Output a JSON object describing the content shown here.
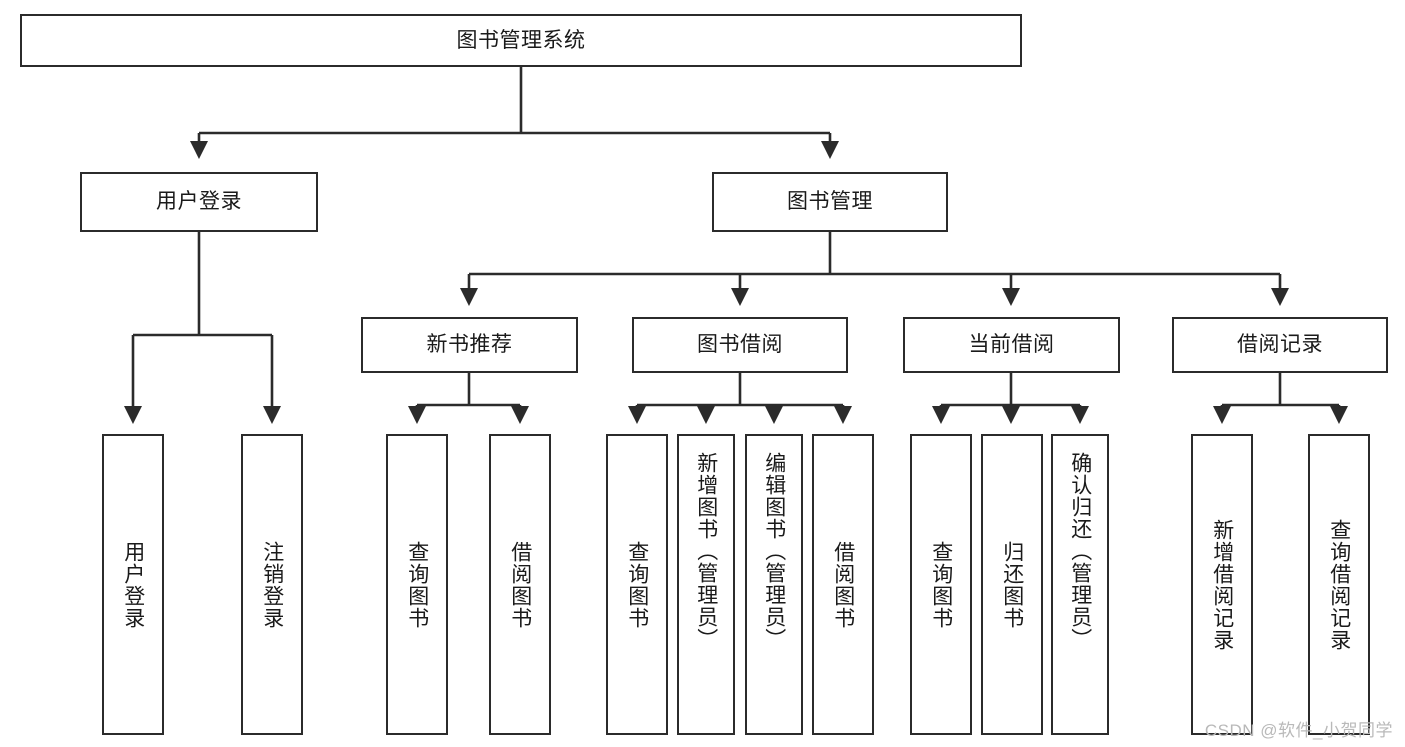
{
  "diagram": {
    "type": "tree-hierarchy-chart",
    "title": "图书管理系统",
    "root": {
      "id": "root",
      "label": "图书管理系统"
    },
    "level2": [
      {
        "id": "user-login",
        "label": "用户登录"
      },
      {
        "id": "book-manage",
        "label": "图书管理"
      }
    ],
    "level3": [
      {
        "id": "new-book-recommend",
        "label": "新书推荐",
        "parent": "book-manage"
      },
      {
        "id": "book-borrow",
        "label": "图书借阅",
        "parent": "book-manage"
      },
      {
        "id": "current-borrow",
        "label": "当前借阅",
        "parent": "book-manage"
      },
      {
        "id": "borrow-record",
        "label": "借阅记录",
        "parent": "book-manage"
      }
    ],
    "leaves": [
      {
        "id": "leaf-user-login",
        "label": "用户登录",
        "parent": "user-login"
      },
      {
        "id": "leaf-logout",
        "label": "注销登录",
        "parent": "user-login"
      },
      {
        "id": "leaf-query-book-1",
        "label": "查询图书",
        "parent": "new-book-recommend"
      },
      {
        "id": "leaf-borrow-book-1",
        "label": "借阅图书",
        "parent": "new-book-recommend"
      },
      {
        "id": "leaf-query-book-2",
        "label": "查询图书",
        "parent": "book-borrow"
      },
      {
        "id": "leaf-add-book",
        "label": "新增图书（管理员）",
        "parent": "book-borrow"
      },
      {
        "id": "leaf-edit-book",
        "label": "编辑图书（管理员）",
        "parent": "book-borrow"
      },
      {
        "id": "leaf-borrow-book-2",
        "label": "借阅图书",
        "parent": "book-borrow"
      },
      {
        "id": "leaf-query-book-3",
        "label": "查询图书",
        "parent": "current-borrow"
      },
      {
        "id": "leaf-return-book",
        "label": "归还图书",
        "parent": "current-borrow"
      },
      {
        "id": "leaf-confirm-return",
        "label": "确认归还（管理员）",
        "parent": "current-borrow"
      },
      {
        "id": "leaf-add-record",
        "label": "新增借阅记录",
        "parent": "borrow-record"
      },
      {
        "id": "leaf-query-record",
        "label": "查询借阅记录",
        "parent": "borrow-record"
      }
    ],
    "watermark": "CSDN @软件_小贺同学",
    "colors": {
      "stroke": "#2b2b2b",
      "fill": "#ffffff",
      "text": "#1a1a1a",
      "watermark": "#b9b9b9"
    }
  }
}
